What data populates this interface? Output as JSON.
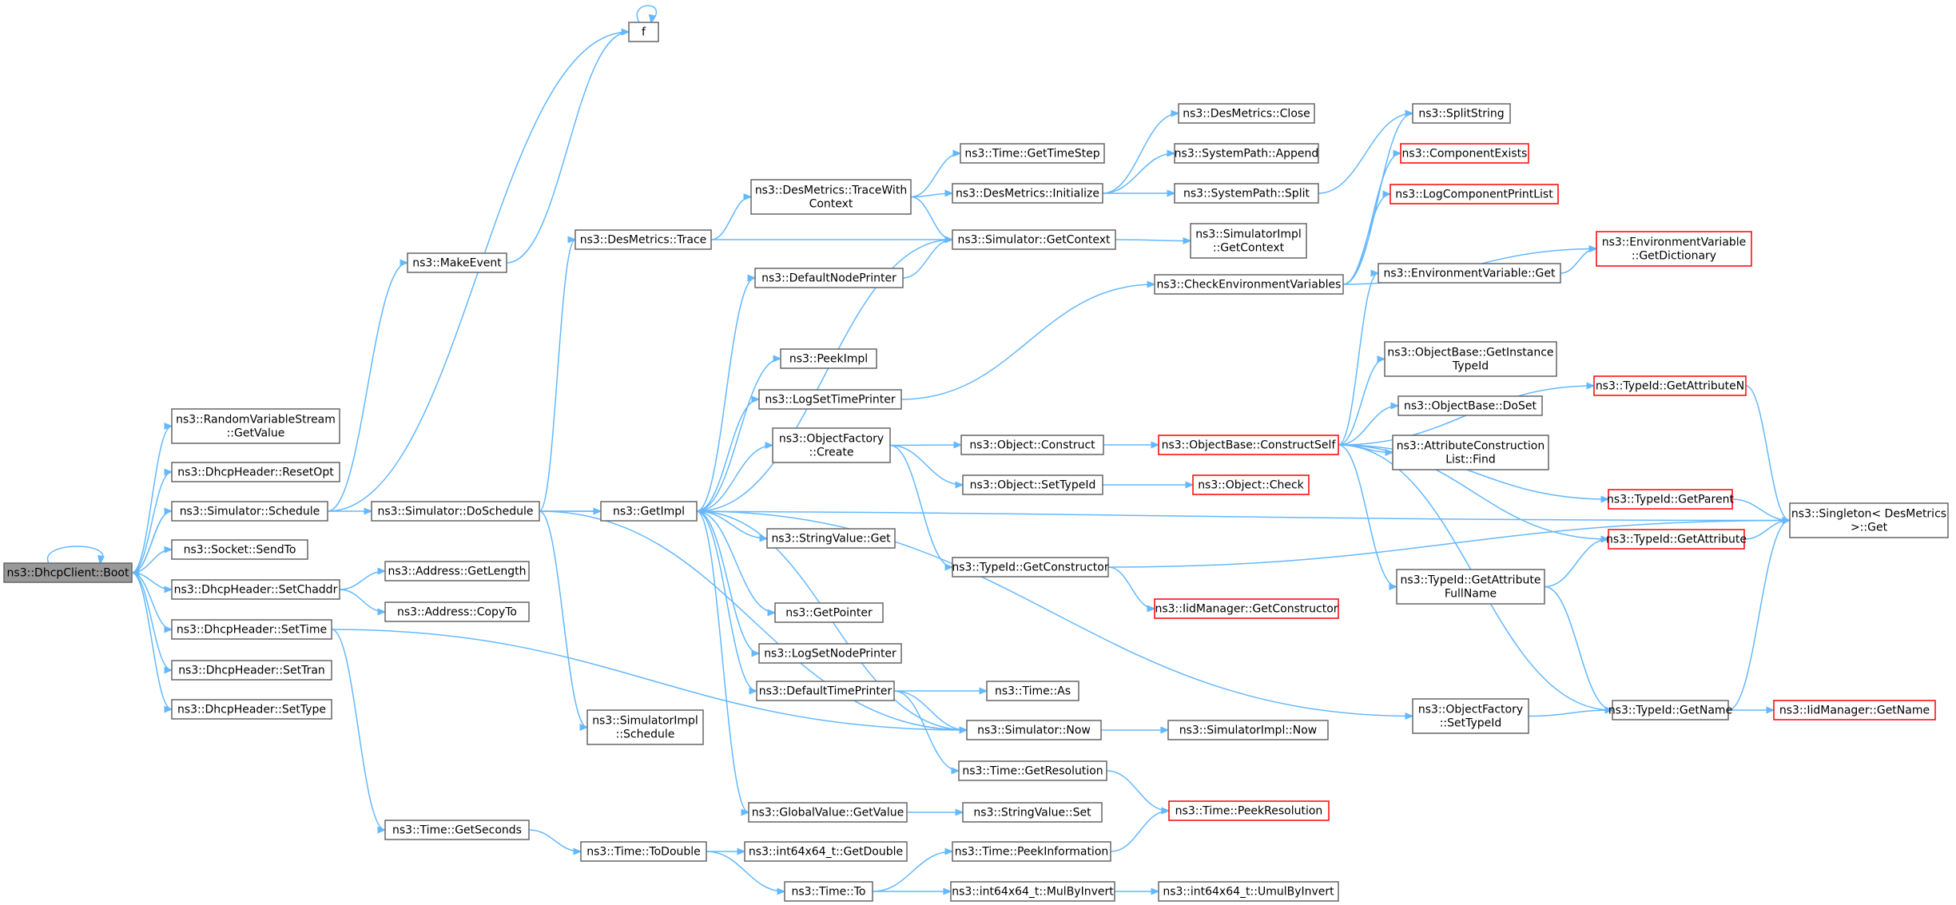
{
  "colors": {
    "edge": "#63b8ff",
    "node_border": "#666666",
    "node_border_incomplete": "#ff0000",
    "root_fill": "#999999",
    "node_fill": "#ffffff"
  },
  "nodes": [
    {
      "id": "boot",
      "lines": [
        "ns3::DhcpClient::Boot"
      ],
      "style": "root"
    },
    {
      "id": "rvsgv",
      "lines": [
        "ns3::RandomVariableStream",
        "::GetValue"
      ]
    },
    {
      "id": "resetopt",
      "lines": [
        "ns3::DhcpHeader::ResetOpt"
      ]
    },
    {
      "id": "schedule",
      "lines": [
        "ns3::Simulator::Schedule"
      ]
    },
    {
      "id": "sendto",
      "lines": [
        "ns3::Socket::SendTo"
      ]
    },
    {
      "id": "setchaddr",
      "lines": [
        "ns3::DhcpHeader::SetChaddr"
      ]
    },
    {
      "id": "settime",
      "lines": [
        "ns3::DhcpHeader::SetTime"
      ]
    },
    {
      "id": "settran",
      "lines": [
        "ns3::DhcpHeader::SetTran"
      ]
    },
    {
      "id": "settype",
      "lines": [
        "ns3::DhcpHeader::SetType"
      ]
    },
    {
      "id": "f",
      "lines": [
        "f"
      ]
    },
    {
      "id": "makeevent",
      "lines": [
        "ns3::MakeEvent"
      ]
    },
    {
      "id": "doschedule",
      "lines": [
        "ns3::Simulator::DoSchedule"
      ]
    },
    {
      "id": "getlength",
      "lines": [
        "ns3::Address::GetLength"
      ]
    },
    {
      "id": "copyto",
      "lines": [
        "ns3::Address::CopyTo"
      ]
    },
    {
      "id": "getseconds",
      "lines": [
        "ns3::Time::GetSeconds"
      ]
    },
    {
      "id": "dmtrace",
      "lines": [
        "ns3::DesMetrics::Trace"
      ]
    },
    {
      "id": "getimpl",
      "lines": [
        "ns3::GetImpl"
      ]
    },
    {
      "id": "simimplsched",
      "lines": [
        "ns3::SimulatorImpl",
        "::Schedule"
      ]
    },
    {
      "id": "todouble",
      "lines": [
        "ns3::Time::ToDouble"
      ]
    },
    {
      "id": "dmtracectx",
      "lines": [
        "ns3::DesMetrics::TraceWith",
        "Context"
      ]
    },
    {
      "id": "defnodeprinter",
      "lines": [
        "ns3::DefaultNodePrinter"
      ]
    },
    {
      "id": "peekimpl",
      "lines": [
        "ns3::PeekImpl"
      ]
    },
    {
      "id": "logsettimeprinter",
      "lines": [
        "ns3::LogSetTimePrinter"
      ]
    },
    {
      "id": "objfactcreate",
      "lines": [
        "ns3::ObjectFactory",
        "::Create"
      ]
    },
    {
      "id": "stringvalueget",
      "lines": [
        "ns3::StringValue::Get"
      ]
    },
    {
      "id": "getpointer",
      "lines": [
        "ns3::GetPointer"
      ]
    },
    {
      "id": "logsetnodeprinter",
      "lines": [
        "ns3::LogSetNodePrinter"
      ]
    },
    {
      "id": "deftimeprinter",
      "lines": [
        "ns3::DefaultTimePrinter"
      ]
    },
    {
      "id": "globalvalueget",
      "lines": [
        "ns3::GlobalValue::GetValue"
      ]
    },
    {
      "id": "getdouble",
      "lines": [
        "ns3::int64x64_t::GetDouble"
      ]
    },
    {
      "id": "timeto",
      "lines": [
        "ns3::Time::To"
      ]
    },
    {
      "id": "gettimestep",
      "lines": [
        "ns3::Time::GetTimeStep"
      ]
    },
    {
      "id": "dminit",
      "lines": [
        "ns3::DesMetrics::Initialize"
      ]
    },
    {
      "id": "simgetcontext",
      "lines": [
        "ns3::Simulator::GetContext"
      ]
    },
    {
      "id": "objconstruct",
      "lines": [
        "ns3::Object::Construct"
      ]
    },
    {
      "id": "objsettypeid",
      "lines": [
        "ns3::Object::SetTypeId"
      ]
    },
    {
      "id": "getconstructor",
      "lines": [
        "ns3::TypeId::GetConstructor"
      ]
    },
    {
      "id": "timeas",
      "lines": [
        "ns3::Time::As"
      ]
    },
    {
      "id": "simnow",
      "lines": [
        "ns3::Simulator::Now"
      ]
    },
    {
      "id": "getresolution",
      "lines": [
        "ns3::Time::GetResolution"
      ]
    },
    {
      "id": "stringvalueset",
      "lines": [
        "ns3::StringValue::Set"
      ]
    },
    {
      "id": "peekinfo",
      "lines": [
        "ns3::Time::PeekInformation"
      ]
    },
    {
      "id": "mulbyinvert",
      "lines": [
        "ns3::int64x64_t::MulByInvert"
      ]
    },
    {
      "id": "dmclose",
      "lines": [
        "ns3::DesMetrics::Close"
      ]
    },
    {
      "id": "spappend",
      "lines": [
        "ns3::SystemPath::Append"
      ]
    },
    {
      "id": "spsplit",
      "lines": [
        "ns3::SystemPath::Split"
      ]
    },
    {
      "id": "simimplgetctx",
      "lines": [
        "ns3::SimulatorImpl",
        "::GetContext"
      ]
    },
    {
      "id": "checkenv",
      "lines": [
        "ns3::CheckEnvironmentVariables"
      ]
    },
    {
      "id": "constructself",
      "lines": [
        "ns3::ObjectBase::ConstructSelf"
      ],
      "style": "red"
    },
    {
      "id": "objcheck",
      "lines": [
        "ns3::Object::Check"
      ],
      "style": "red"
    },
    {
      "id": "iidgetctor",
      "lines": [
        "ns3::IidManager::GetConstructor"
      ],
      "style": "red"
    },
    {
      "id": "simimplnow",
      "lines": [
        "ns3::SimulatorImpl::Now"
      ]
    },
    {
      "id": "peekres",
      "lines": [
        "ns3::Time::PeekResolution"
      ],
      "style": "red"
    },
    {
      "id": "umulbyinvert",
      "lines": [
        "ns3::int64x64_t::UmulByInvert"
      ]
    },
    {
      "id": "splitstring",
      "lines": [
        "ns3::SplitString"
      ]
    },
    {
      "id": "compexists",
      "lines": [
        "ns3::ComponentExists"
      ],
      "style": "red"
    },
    {
      "id": "logcompprint",
      "lines": [
        "ns3::LogComponentPrintList"
      ],
      "style": "red"
    },
    {
      "id": "envvarget",
      "lines": [
        "ns3::EnvironmentVariable::Get"
      ]
    },
    {
      "id": "getinstancetypeid",
      "lines": [
        "ns3::ObjectBase::GetInstance",
        "TypeId"
      ]
    },
    {
      "id": "doset",
      "lines": [
        "ns3::ObjectBase::DoSet"
      ]
    },
    {
      "id": "attrconstfind",
      "lines": [
        "ns3::AttributeConstruction",
        "List::Find"
      ]
    },
    {
      "id": "getattrfullname",
      "lines": [
        "ns3::TypeId::GetAttribute",
        "FullName"
      ]
    },
    {
      "id": "objfactsettypeid",
      "lines": [
        "ns3::ObjectFactory",
        "::SetTypeId"
      ]
    },
    {
      "id": "envgetdict",
      "lines": [
        "ns3::EnvironmentVariable",
        "::GetDictionary"
      ],
      "style": "red"
    },
    {
      "id": "getattrn",
      "lines": [
        "ns3::TypeId::GetAttributeN"
      ],
      "style": "red"
    },
    {
      "id": "getparent",
      "lines": [
        "ns3::TypeId::GetParent"
      ],
      "style": "red"
    },
    {
      "id": "getattribute",
      "lines": [
        "ns3::TypeId::GetAttribute"
      ],
      "style": "red"
    },
    {
      "id": "typeidgetname",
      "lines": [
        "ns3::TypeId::GetName"
      ]
    },
    {
      "id": "singletonget",
      "lines": [
        "ns3::Singleton< DesMetrics",
        ">::Get"
      ]
    },
    {
      "id": "iidgetname",
      "lines": [
        "ns3::IidManager::GetName"
      ],
      "style": "red"
    }
  ],
  "edges": [
    [
      "boot",
      "boot"
    ],
    [
      "boot",
      "rvsgv"
    ],
    [
      "boot",
      "resetopt"
    ],
    [
      "boot",
      "schedule"
    ],
    [
      "boot",
      "sendto"
    ],
    [
      "boot",
      "setchaddr"
    ],
    [
      "boot",
      "settime"
    ],
    [
      "boot",
      "settran"
    ],
    [
      "boot",
      "settype"
    ],
    [
      "schedule",
      "boot"
    ],
    [
      "schedule",
      "f"
    ],
    [
      "schedule",
      "makeevent"
    ],
    [
      "schedule",
      "doschedule"
    ],
    [
      "makeevent",
      "f"
    ],
    [
      "f",
      "f"
    ],
    [
      "setchaddr",
      "getlength"
    ],
    [
      "setchaddr",
      "copyto"
    ],
    [
      "settime",
      "simnow"
    ],
    [
      "settime",
      "getseconds"
    ],
    [
      "doschedule",
      "singletonget"
    ],
    [
      "doschedule",
      "dmtrace"
    ],
    [
      "doschedule",
      "getimpl"
    ],
    [
      "doschedule",
      "simimplsched"
    ],
    [
      "doschedule",
      "simnow"
    ],
    [
      "getseconds",
      "todouble"
    ],
    [
      "todouble",
      "getdouble"
    ],
    [
      "todouble",
      "timeto"
    ],
    [
      "dmtrace",
      "dmtracectx"
    ],
    [
      "dmtrace",
      "simgetcontext"
    ],
    [
      "dmtracectx",
      "gettimestep"
    ],
    [
      "dmtracectx",
      "dminit"
    ],
    [
      "dmtracectx",
      "simgetcontext"
    ],
    [
      "dminit",
      "dmclose"
    ],
    [
      "dminit",
      "spappend"
    ],
    [
      "dminit",
      "spsplit"
    ],
    [
      "spsplit",
      "splitstring"
    ],
    [
      "simgetcontext",
      "simimplgetctx"
    ],
    [
      "simgetcontext",
      "getimpl"
    ],
    [
      "getimpl",
      "defnodeprinter"
    ],
    [
      "getimpl",
      "peekimpl"
    ],
    [
      "getimpl",
      "logsettimeprinter"
    ],
    [
      "getimpl",
      "objfactcreate"
    ],
    [
      "getimpl",
      "stringvalueget"
    ],
    [
      "getimpl",
      "getpointer"
    ],
    [
      "getimpl",
      "logsetnodeprinter"
    ],
    [
      "getimpl",
      "deftimeprinter"
    ],
    [
      "getimpl",
      "globalvalueget"
    ],
    [
      "getimpl",
      "objfactsettypeid"
    ],
    [
      "defnodeprinter",
      "simgetcontext"
    ],
    [
      "logsettimeprinter",
      "checkenv"
    ],
    [
      "checkenv",
      "splitstring"
    ],
    [
      "checkenv",
      "compexists"
    ],
    [
      "checkenv",
      "logcompprint"
    ],
    [
      "checkenv",
      "envgetdict"
    ],
    [
      "objfactcreate",
      "objconstruct"
    ],
    [
      "objfactcreate",
      "objsettypeid"
    ],
    [
      "objfactcreate",
      "getconstructor"
    ],
    [
      "objconstruct",
      "constructself"
    ],
    [
      "objsettypeid",
      "objcheck"
    ],
    [
      "getconstructor",
      "iidgetctor"
    ],
    [
      "getconstructor",
      "singletonget"
    ],
    [
      "deftimeprinter",
      "timeas"
    ],
    [
      "deftimeprinter",
      "simnow"
    ],
    [
      "deftimeprinter",
      "getresolution"
    ],
    [
      "simnow",
      "getimpl"
    ],
    [
      "simnow",
      "simimplnow"
    ],
    [
      "getresolution",
      "peekres"
    ],
    [
      "globalvalueget",
      "stringvalueset"
    ],
    [
      "timeto",
      "peekinfo"
    ],
    [
      "timeto",
      "mulbyinvert"
    ],
    [
      "peekinfo",
      "peekres"
    ],
    [
      "mulbyinvert",
      "umulbyinvert"
    ],
    [
      "constructself",
      "envvarget"
    ],
    [
      "constructself",
      "getattrn"
    ],
    [
      "constructself",
      "getinstancetypeid"
    ],
    [
      "constructself",
      "doset"
    ],
    [
      "constructself",
      "attrconstfind"
    ],
    [
      "constructself",
      "getparent"
    ],
    [
      "constructself",
      "getattribute"
    ],
    [
      "constructself",
      "getattrfullname"
    ],
    [
      "constructself",
      "typeidgetname"
    ],
    [
      "envvarget",
      "envgetdict"
    ],
    [
      "getattrn",
      "singletonget"
    ],
    [
      "getparent",
      "singletonget"
    ],
    [
      "getattribute",
      "singletonget"
    ],
    [
      "getattrfullname",
      "getattribute"
    ],
    [
      "getattrfullname",
      "typeidgetname"
    ],
    [
      "objfactsettypeid",
      "typeidgetname"
    ],
    [
      "typeidgetname",
      "iidgetname"
    ],
    [
      "typeidgetname",
      "singletonget"
    ]
  ]
}
